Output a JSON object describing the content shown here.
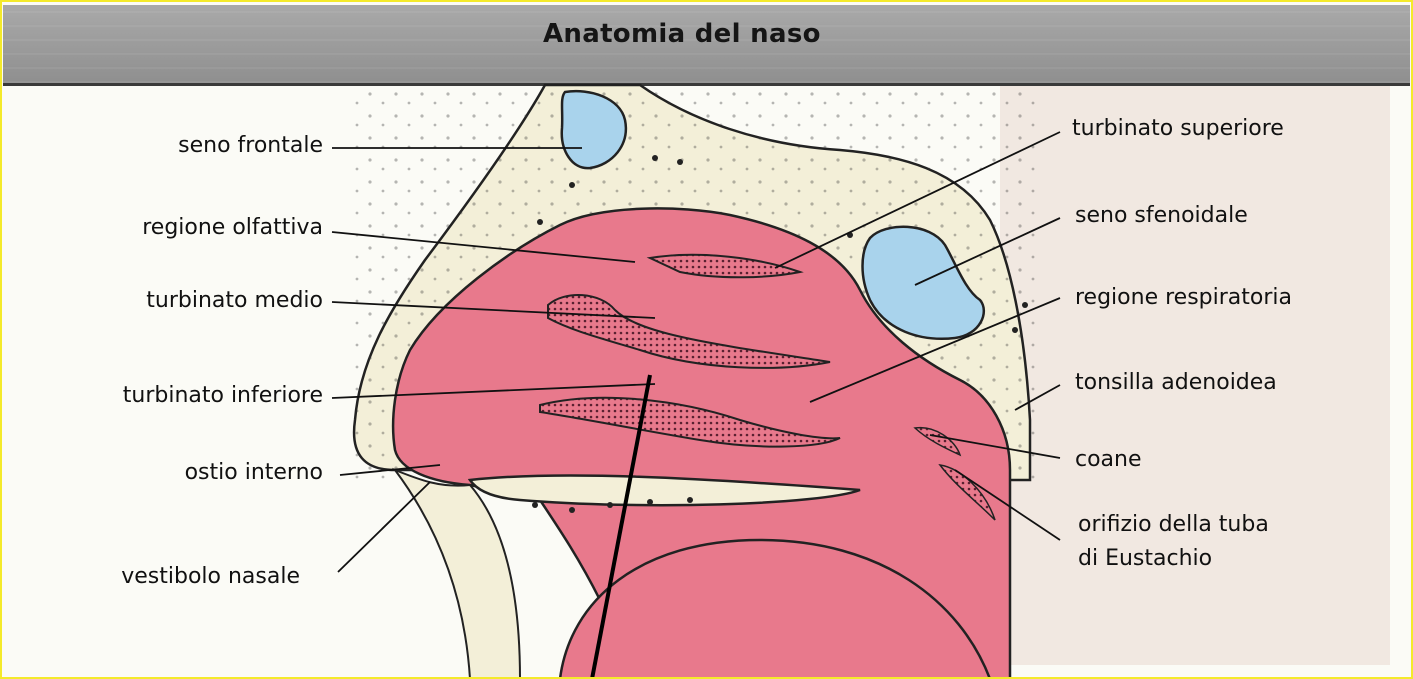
{
  "title": "Anatomia del naso",
  "labels": {
    "seno_frontale": "seno frontale",
    "regione_olfattiva": "regione olfattiva",
    "turbinato_medio": "turbinato medio",
    "turbinato_inferiore": "turbinato inferiore",
    "ostio_interno": "ostio interno",
    "vestibolo_nasale": "vestibolo nasale",
    "turbinato_superiore": "turbinato superiore",
    "seno_sfenoidale": "seno sfenoidale",
    "regione_respiratoria": "regione respiratoria",
    "tonsilla_adenoidea": "tonsilla adenoidea",
    "coane": "coane",
    "orifizio_line1": "orifizio della tuba",
    "orifizio_line2": "di Eustachio"
  },
  "colors": {
    "mucosa": "#e8798c",
    "mucosa_dark": "#c4516a",
    "bone": "#f3efd8",
    "sinus": "#a9d3ec",
    "header": "#9b9b9b",
    "frame": "#f4ea2a"
  }
}
